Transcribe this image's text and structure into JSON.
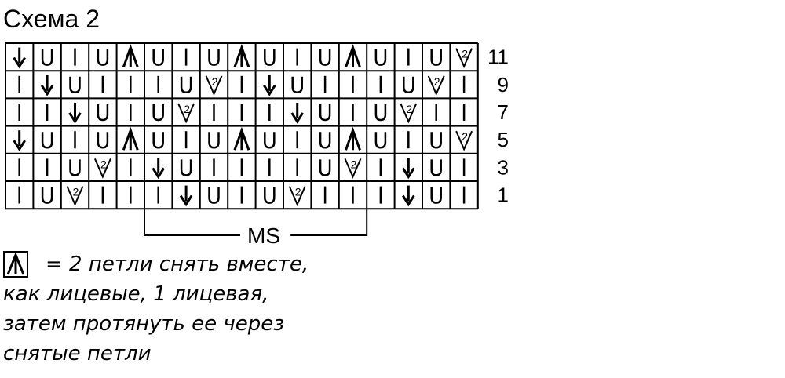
{
  "title": "Схема 2",
  "symbol_names": {
    "k": "knit-stitch-symbol",
    "y": "yarn-over-symbol",
    "d": "decrease-arrow-symbol",
    "t": "central-double-decrease-symbol",
    "v": "two-together-symbol"
  },
  "two_together_mark": "2",
  "grid": {
    "rows": [
      {
        "number": "11",
        "cells": [
          "d",
          "y",
          "k",
          "y",
          "t",
          "y",
          "k",
          "y",
          "t",
          "y",
          "k",
          "y",
          "t",
          "y",
          "k",
          "y",
          "v"
        ]
      },
      {
        "number": "9",
        "cells": [
          "k",
          "d",
          "y",
          "k",
          "k",
          "k",
          "y",
          "v",
          "k",
          "d",
          "y",
          "k",
          "k",
          "k",
          "y",
          "v",
          "k"
        ]
      },
      {
        "number": "7",
        "cells": [
          "k",
          "k",
          "d",
          "y",
          "k",
          "y",
          "v",
          "k",
          "k",
          "k",
          "d",
          "y",
          "k",
          "y",
          "v",
          "k",
          "k"
        ]
      },
      {
        "number": "5",
        "cells": [
          "d",
          "y",
          "k",
          "y",
          "t",
          "y",
          "k",
          "y",
          "t",
          "y",
          "k",
          "y",
          "t",
          "y",
          "k",
          "y",
          "v"
        ]
      },
      {
        "number": "3",
        "cells": [
          "k",
          "k",
          "y",
          "v",
          "k",
          "d",
          "y",
          "k",
          "k",
          "k",
          "k",
          "y",
          "v",
          "k",
          "d",
          "y",
          "k"
        ]
      },
      {
        "number": "1",
        "cells": [
          "k",
          "y",
          "v",
          "k",
          "k",
          "k",
          "d",
          "y",
          "k",
          "y",
          "v",
          "k",
          "k",
          "k",
          "d",
          "y",
          "k"
        ]
      }
    ]
  },
  "repeat_label": "MS",
  "legend": {
    "line1": "= 2 петли снять вместе,",
    "line2": "как лицевые, 1 лицевая,",
    "line3": "затем протянуть ее через",
    "line4": "снятые петли"
  }
}
